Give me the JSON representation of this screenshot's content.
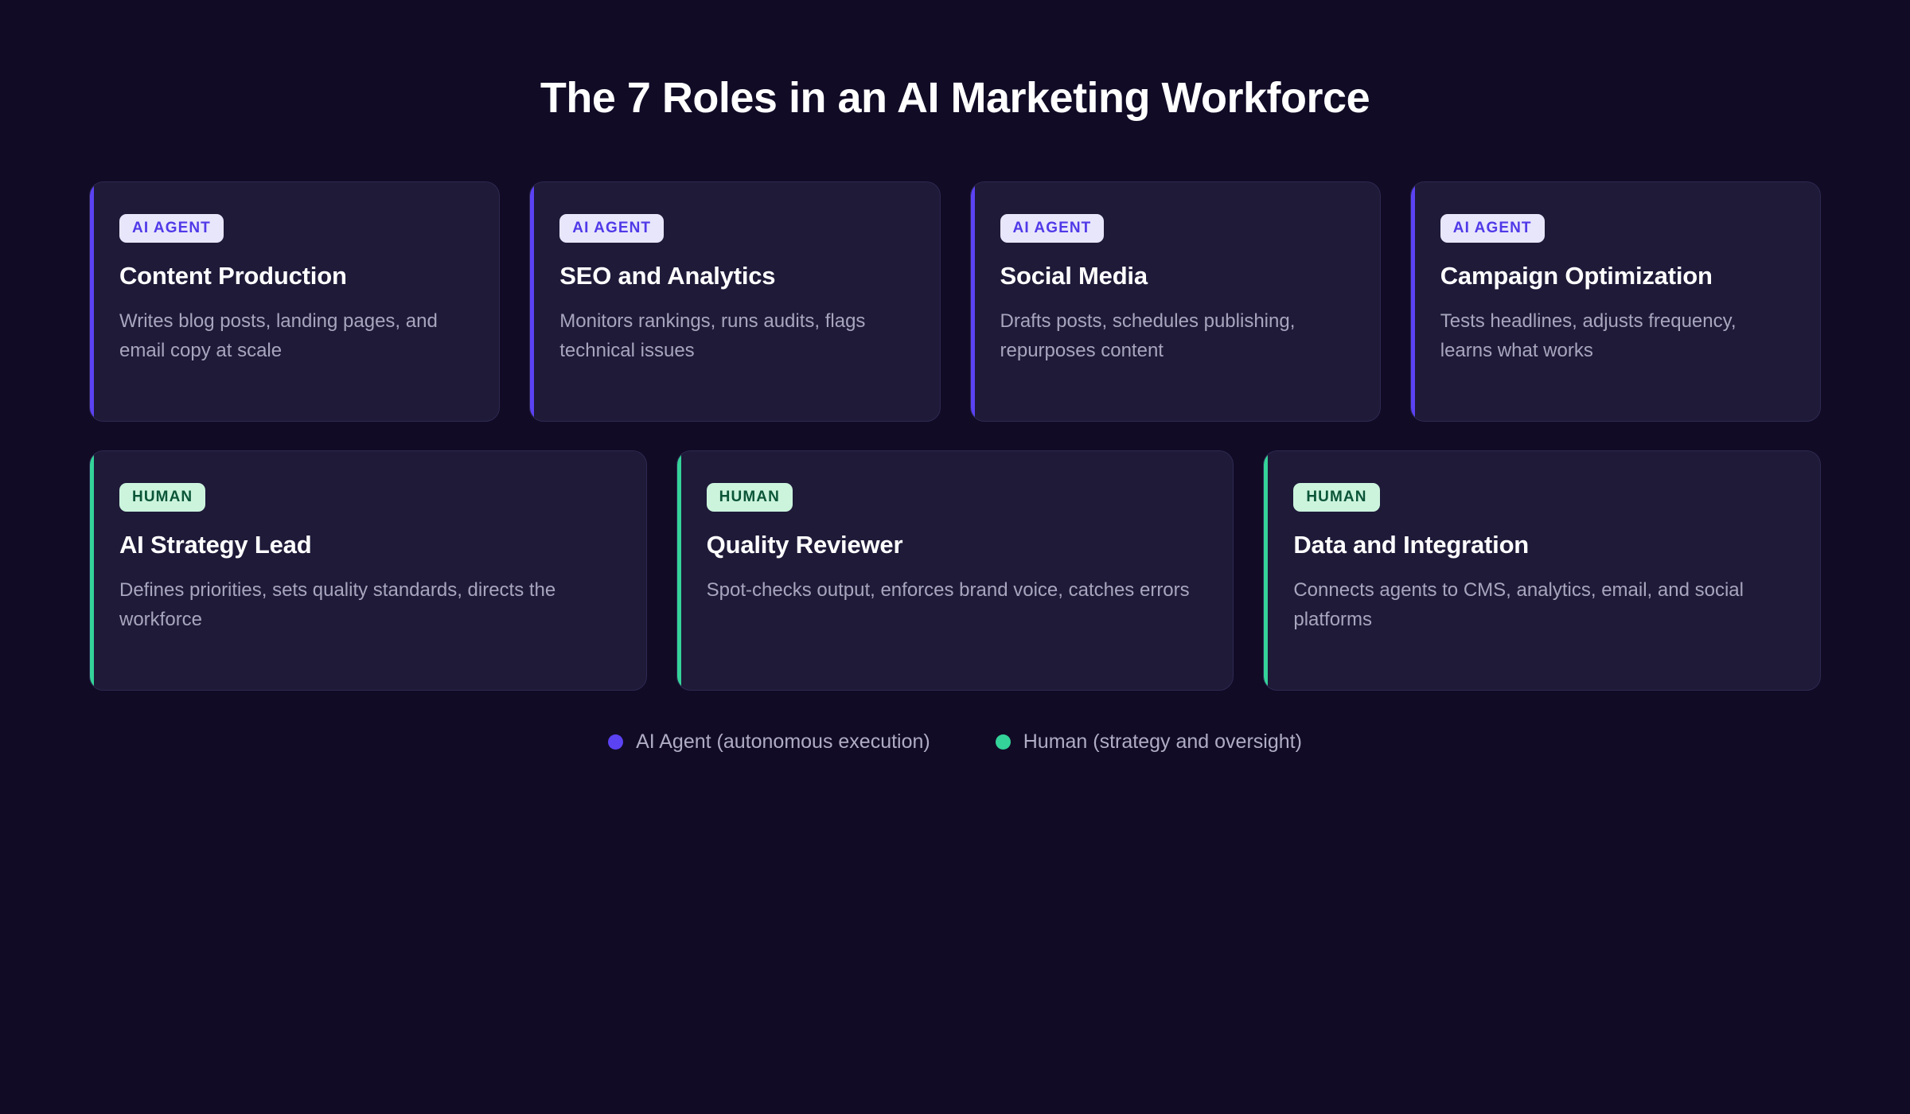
{
  "page": {
    "title": "The 7 Roles in an AI Marketing Workforce",
    "background_color": "#110B26"
  },
  "colors": {
    "agent_accent": "#5B42F3",
    "human_accent": "#34D399",
    "agent_badge_bg": "#E8E6FB",
    "agent_badge_text": "#4F39E8",
    "human_badge_bg": "#CCF4DD",
    "human_badge_text": "#0B5538",
    "card_bg": "#1E1A38",
    "card_border": "#2E2950",
    "title_text": "#FFFFFF",
    "body_text": "#A8A5BE"
  },
  "agent_cards": [
    {
      "badge": "AI AGENT",
      "title": "Content Production",
      "description": "Writes blog posts, landing pages, and email copy at scale"
    },
    {
      "badge": "AI AGENT",
      "title": "SEO and Analytics",
      "description": "Monitors rankings, runs audits, flags technical issues"
    },
    {
      "badge": "AI AGENT",
      "title": "Social Media",
      "description": "Drafts posts, schedules publishing, repurposes content"
    },
    {
      "badge": "AI AGENT",
      "title": "Campaign Optimization",
      "description": "Tests headlines, adjusts frequency, learns what works"
    }
  ],
  "human_cards": [
    {
      "badge": "HUMAN",
      "title": "AI Strategy Lead",
      "description": "Defines priorities, sets quality standards, directs the workforce"
    },
    {
      "badge": "HUMAN",
      "title": "Quality Reviewer",
      "description": "Spot-checks output, enforces brand voice, catches errors"
    },
    {
      "badge": "HUMAN",
      "title": "Data and Integration",
      "description": "Connects agents to CMS, analytics, email, and social platforms"
    }
  ],
  "legend": [
    {
      "label": "AI Agent (autonomous execution)",
      "dot": "agent-dot-icon",
      "color": "#5B42F3"
    },
    {
      "label": "Human (strategy and oversight)",
      "dot": "human-dot-icon",
      "color": "#34D399"
    }
  ]
}
